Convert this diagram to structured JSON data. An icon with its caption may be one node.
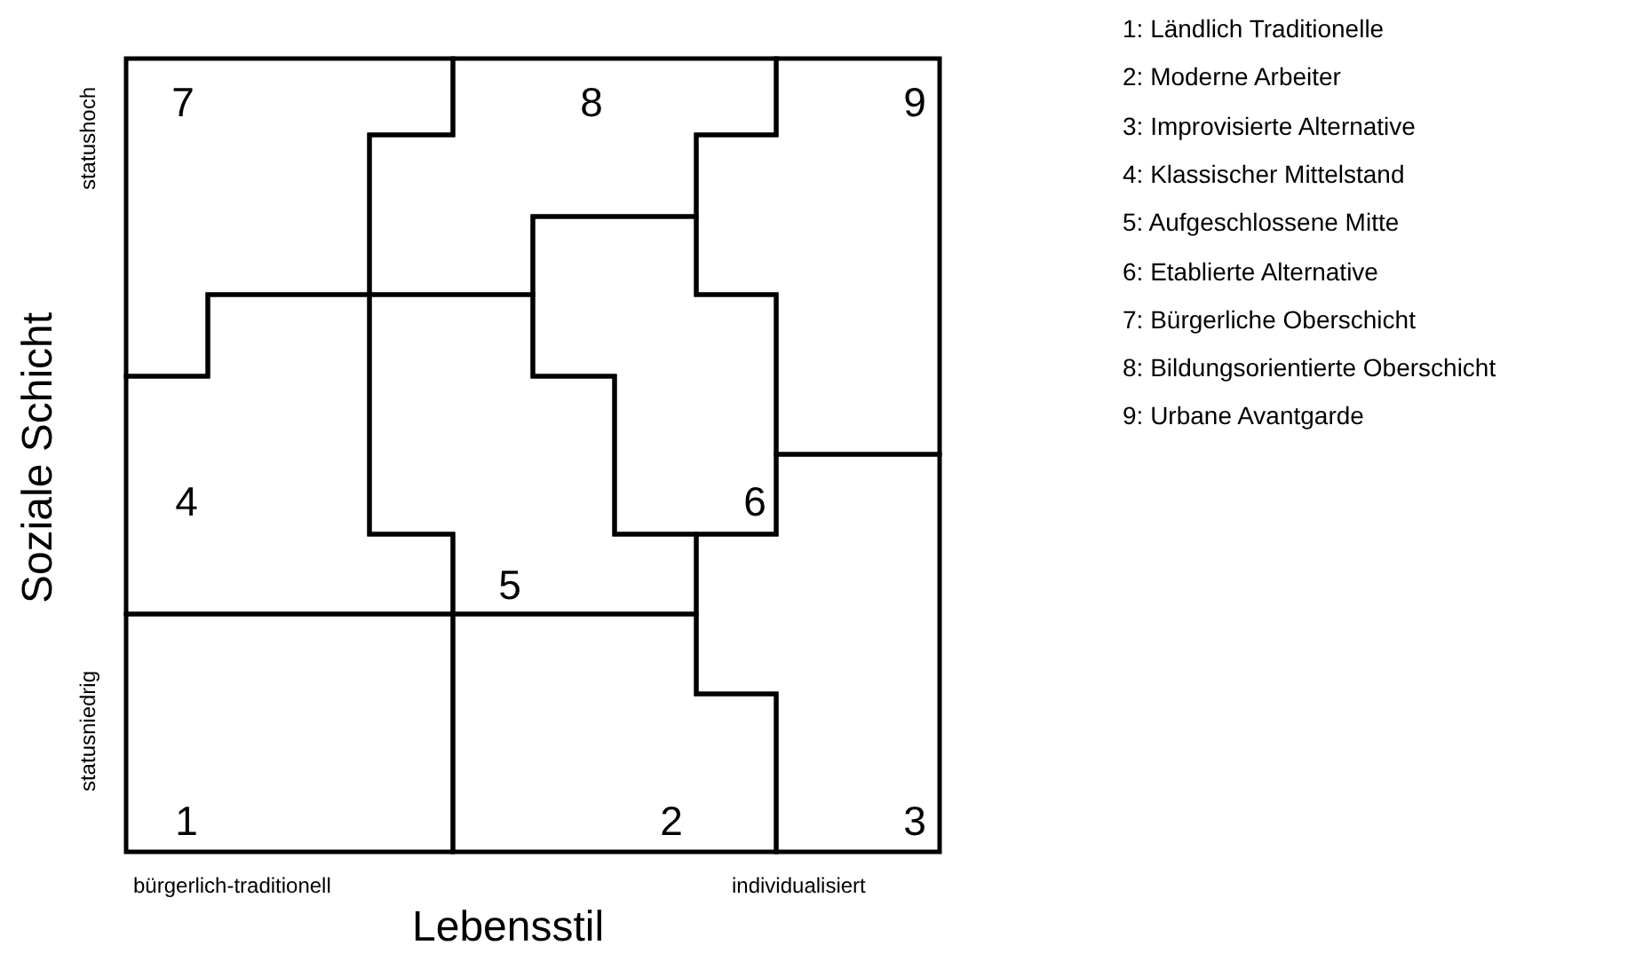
{
  "diagram": {
    "nodes": [
      {
        "text": [
          "7"
        ]
      },
      {
        "text": [
          "8"
        ]
      },
      {
        "text": [
          "9"
        ]
      },
      {
        "text": [
          "4"
        ]
      },
      {
        "text": [
          "6"
        ]
      },
      {
        "text": [
          "5"
        ]
      },
      {
        "text": [
          "1"
        ]
      },
      {
        "text": [
          "2"
        ]
      },
      {
        "text": [
          "3"
        ]
      }
    ],
    "labels": [
      "statushoch",
      "1: Ländlich Traditionelle",
      "2: Moderne Arbeiter",
      "3: Improvisierte Alternative",
      "4: Klassischer Mittelstand",
      "5: Aufgeschlossene Mitte",
      "6: Etablierte Alternative",
      "7: Bürgerliche Oberschicht",
      "8: Bildungsorientierte Oberschicht",
      "9: Urbane Avantgarde",
      "Soziale Schicht",
      "statusniedrig",
      "bürgerlich-traditionell",
      "individualisiert",
      "Lebensstil"
    ]
  }
}
